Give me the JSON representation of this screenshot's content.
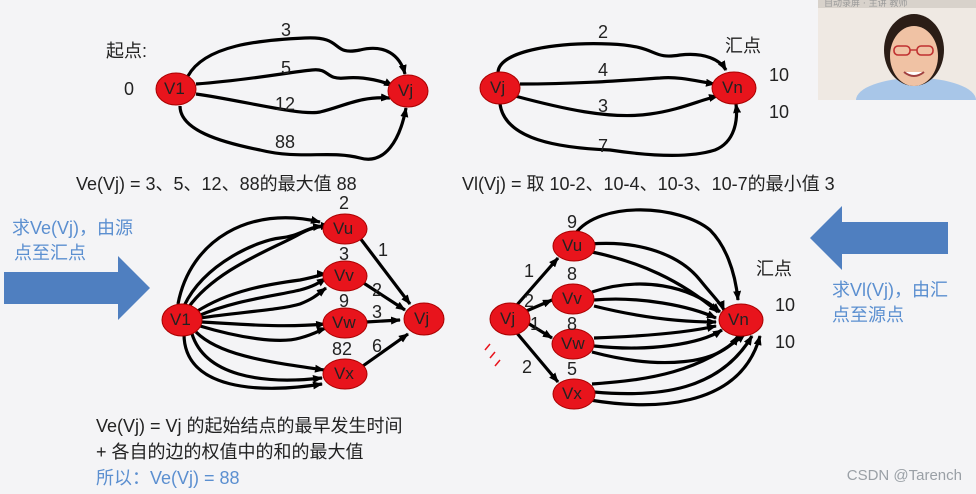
{
  "top_left": {
    "label_start": "起点:",
    "start_value": "0",
    "source_node": "V1",
    "target_node": "Vj",
    "edge_weights": [
      "3",
      "5",
      "12",
      "88"
    ],
    "formula": "Ve(Vj) = 3、5、12、88的最大值 88"
  },
  "top_right": {
    "source_node": "Vj",
    "target_node": "Vn",
    "label_sink": "汇点",
    "sink_values": [
      "10",
      "10"
    ],
    "edge_weights": [
      "2",
      "4",
      "3",
      "7"
    ],
    "formula": "Vl(Vj) = 取 10-2、10-4、10-3、10-7的最小值 3"
  },
  "bottom_left": {
    "arrow_text_line1": "求Ve(Vj)，由源",
    "arrow_text_line2": "点至汇点",
    "nodes": [
      "V1",
      "Vu",
      "Vv",
      "Vw",
      "Vx",
      "Vj"
    ],
    "path_weights": [
      "2",
      "3",
      "9",
      "82"
    ],
    "edge_weights": [
      "1",
      "2",
      "3",
      "6"
    ],
    "explain_line1": "Ve(Vj) = Vj 的起始结点的最早发生时间",
    "explain_line2": "+ 各自的边的权值中的和的最大值",
    "result": "所以：Ve(Vj) = 88"
  },
  "bottom_right": {
    "arrow_text_line1": "求Vl(Vj)，由汇",
    "arrow_text_line2": "点至源点",
    "label_sink": "汇点",
    "sink_values": [
      "10",
      "10"
    ],
    "nodes": [
      "Vj",
      "Vu",
      "Vv",
      "Vw",
      "Vx",
      "Vn"
    ],
    "edge_weights": [
      "1",
      "2",
      "1",
      "2"
    ],
    "path_weights": [
      "9",
      "8",
      "8",
      "5"
    ]
  },
  "watermark": "CSDN @Tarench",
  "webcam_caption": "自动录屏 · 主讲 教师"
}
